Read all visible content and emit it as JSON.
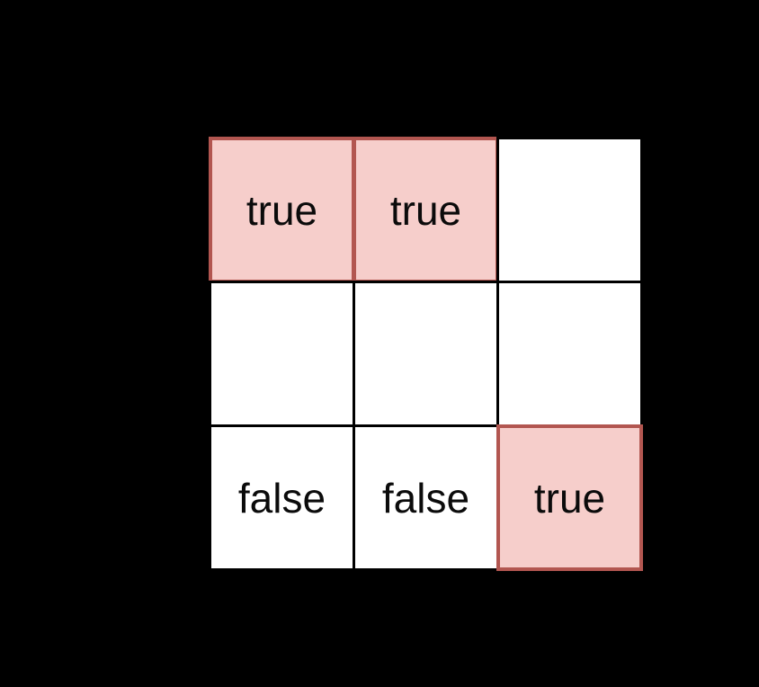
{
  "canvas": {
    "background": "#000000"
  },
  "grid": {
    "description": "3x3 boolean matrix visualization",
    "rows": 3,
    "cols": 3,
    "colors": {
      "cell_background": "#ffffff",
      "grid_line": "#000000",
      "highlight_background": "#f6cecb",
      "highlight_border": "#b25650",
      "text": "#0b0b0b"
    },
    "cells": [
      {
        "row": 0,
        "col": 0,
        "value": "true",
        "highlighted": true
      },
      {
        "row": 0,
        "col": 1,
        "value": "true",
        "highlighted": true
      },
      {
        "row": 0,
        "col": 2,
        "value": "",
        "highlighted": false
      },
      {
        "row": 1,
        "col": 0,
        "value": "",
        "highlighted": false
      },
      {
        "row": 1,
        "col": 1,
        "value": "",
        "highlighted": false
      },
      {
        "row": 1,
        "col": 2,
        "value": "",
        "highlighted": false
      },
      {
        "row": 2,
        "col": 0,
        "value": "false",
        "highlighted": false
      },
      {
        "row": 2,
        "col": 1,
        "value": "false",
        "highlighted": false
      },
      {
        "row": 2,
        "col": 2,
        "value": "true",
        "highlighted": true
      }
    ]
  }
}
